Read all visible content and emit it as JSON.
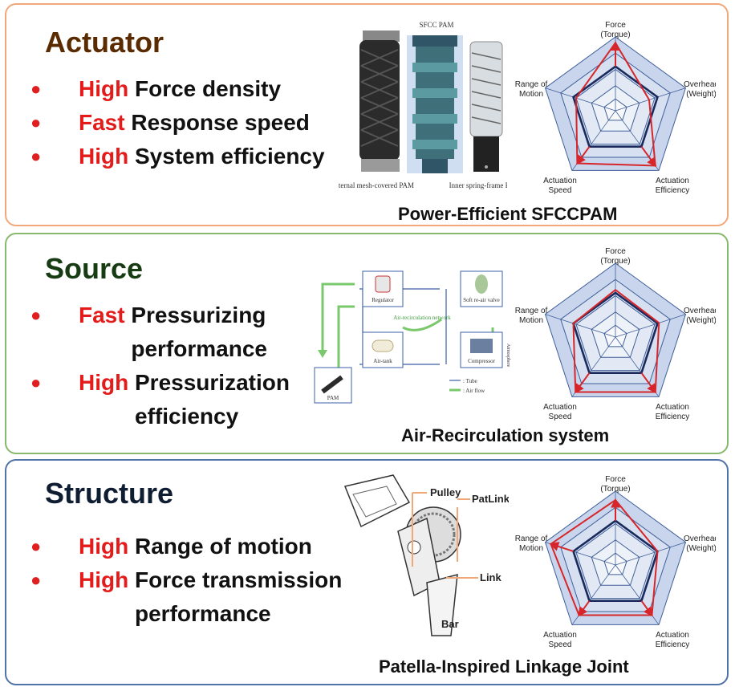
{
  "panels": [
    {
      "title": "Actuator",
      "bullets": [
        {
          "highlight": "High",
          "text": "Force density"
        },
        {
          "highlight": "Fast",
          "text": "Response speed"
        },
        {
          "highlight": "High",
          "text": "System efficiency"
        }
      ],
      "caption": "Power-Efficient SFCCPAM",
      "figure_labels": {
        "top": "SFCC PAM",
        "left": "External mesh-covered PAM",
        "right": "Inner spring-frame PAM"
      }
    },
    {
      "title": "Source",
      "bullets": [
        {
          "highlight": "Fast",
          "text": "Pressurizing performance"
        },
        {
          "highlight": "High",
          "text": "Pressurization efficiency"
        }
      ],
      "caption": "Air-Recirculation system",
      "figure_labels": {
        "regulator": "Regulator",
        "valve": "Soft re-air valve",
        "network": "Air-recirculation network",
        "airtank": "Air-tank",
        "compressor": "Compressor",
        "pam": "PAM",
        "atmosphere": "Atmosphere",
        "legend_tube": ": Tube",
        "legend_flow": ": Air flow"
      }
    },
    {
      "title": "Structure",
      "bullets": [
        {
          "highlight": "High",
          "text": "Range of motion"
        },
        {
          "highlight": "High",
          "text": "Force transmission performance"
        }
      ],
      "caption": "Patella-Inspired Linkage Joint",
      "figure_labels": {
        "pulley": "Pulley",
        "patlink": "PatLink",
        "link": "Link",
        "bar": "Bar"
      }
    }
  ],
  "radar_axes": {
    "force_1": "Force",
    "force_2": "(Torque)",
    "overhead_1": "Overhead",
    "overhead_2": "(Weight)",
    "efficiency_1": "Actuation",
    "efficiency_2": "Efficiency",
    "speed_1": "Actuation",
    "speed_2": "Speed",
    "rom_1": "Range of",
    "rom_2": "Motion"
  },
  "chart_data": [
    {
      "type": "radar",
      "axes": [
        "Force (Torque)",
        "Overhead (Weight)",
        "Actuation Efficiency",
        "Actuation Speed",
        "Range of Motion"
      ],
      "range": [
        0,
        5
      ],
      "series": [
        {
          "role": "baseline",
          "color": "#1a2a5c",
          "values": [
            3,
            3,
            3,
            3,
            3
          ]
        },
        {
          "role": "improved",
          "color": "#d6262b",
          "values": [
            4.6,
            2.4,
            4.6,
            4.4,
            2.8
          ],
          "arrows_on_axes": [
            0,
            2,
            3
          ]
        }
      ]
    },
    {
      "type": "radar",
      "axes": [
        "Force (Torque)",
        "Overhead (Weight)",
        "Actuation Efficiency",
        "Actuation Speed",
        "Range of Motion"
      ],
      "range": [
        0,
        5
      ],
      "series": [
        {
          "role": "baseline",
          "color": "#1a2a5c",
          "values": [
            3,
            3,
            3,
            3,
            3
          ]
        },
        {
          "role": "improved",
          "color": "#d6262b",
          "values": [
            3.2,
            3.1,
            4.6,
            4.6,
            3.0
          ],
          "arrows_on_axes": [
            2,
            3
          ]
        }
      ]
    },
    {
      "type": "radar",
      "axes": [
        "Force (Torque)",
        "Overhead (Weight)",
        "Actuation Efficiency",
        "Actuation Speed",
        "Range of Motion"
      ],
      "range": [
        0,
        5
      ],
      "series": [
        {
          "role": "baseline",
          "color": "#1a2a5c",
          "values": [
            3,
            3,
            3,
            3,
            3
          ]
        },
        {
          "role": "improved",
          "color": "#d6262b",
          "values": [
            4.4,
            3.0,
            4.2,
            4.2,
            4.6
          ],
          "arrows_on_axes": [
            0,
            2,
            3,
            4
          ]
        }
      ]
    }
  ],
  "colors": {
    "highlight": "#e31b1b",
    "radar_fill": "#c5d3ea",
    "baseline": "#1a2a5c",
    "improved": "#d6262b"
  }
}
